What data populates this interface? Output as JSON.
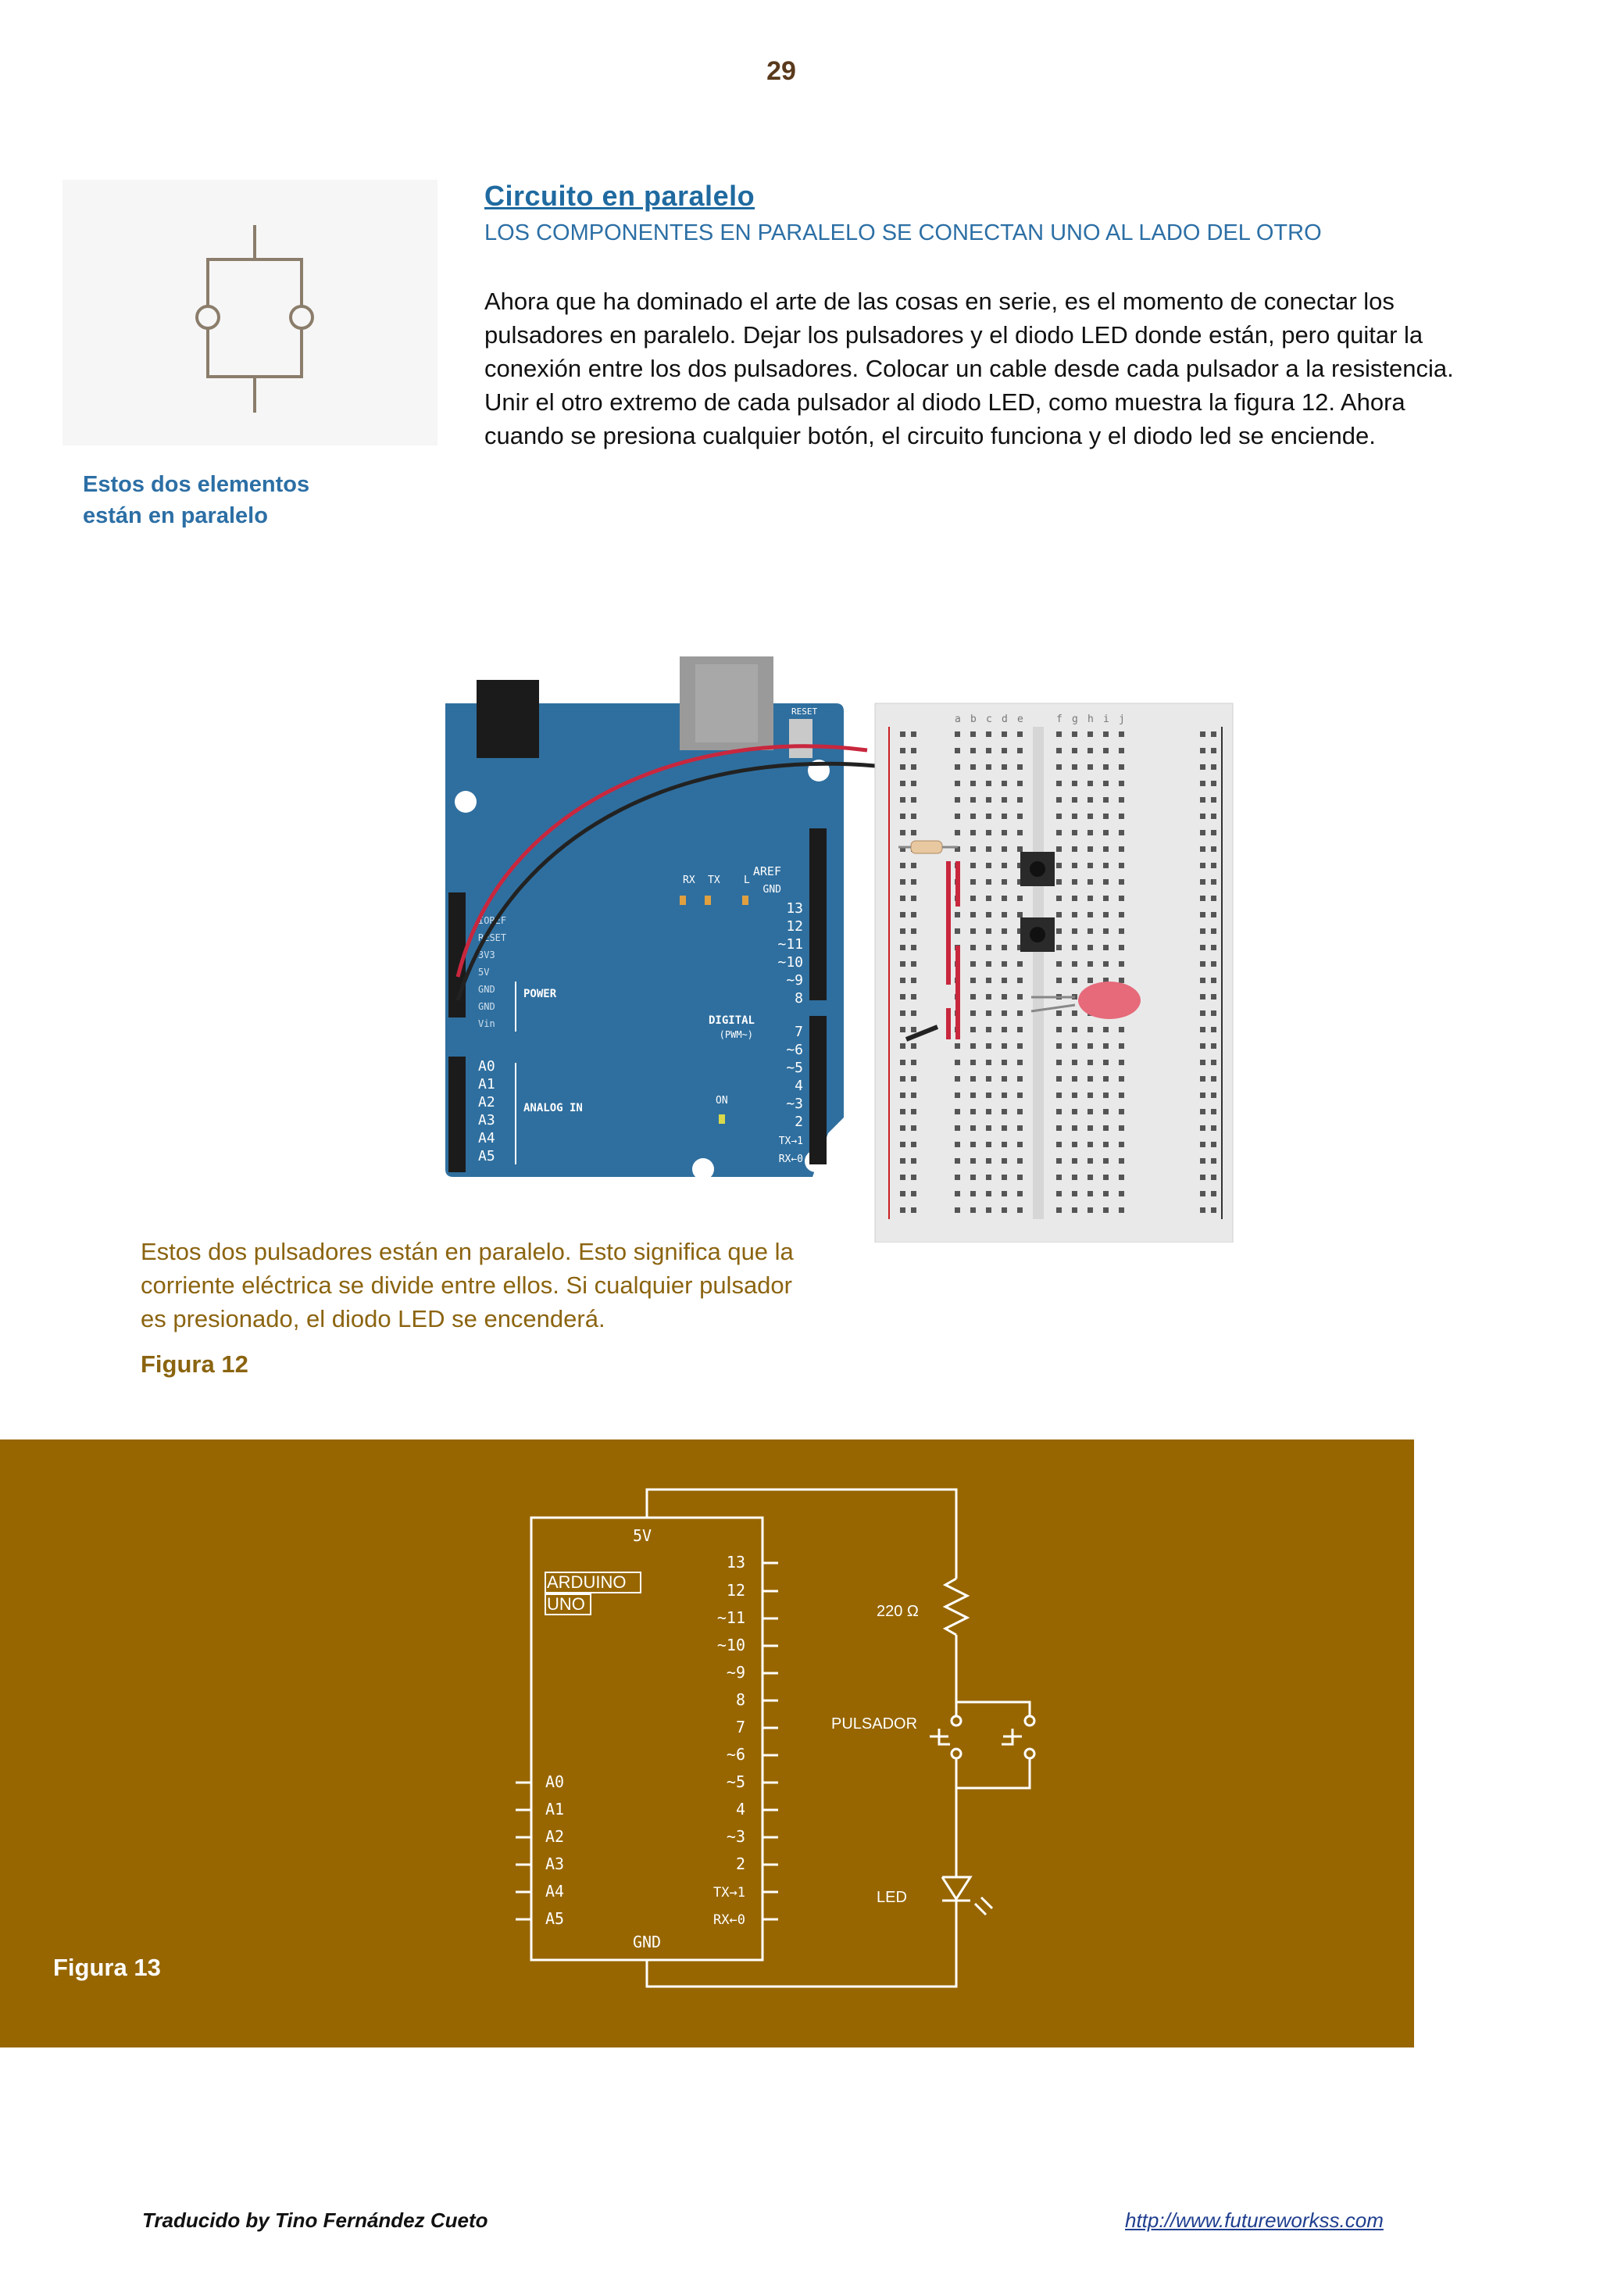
{
  "page_number": "29",
  "section": {
    "title": "Circuito en paralelo",
    "subtitle": "LOS COMPONENTES EN PARALELO SE CONECTAN UNO AL LADO DEL OTRO",
    "body_lines": [
      "Ahora que ha dominado el arte de las cosas en serie, es el momento de conectar los",
      "pulsadores en paralelo. Dejar los pulsadores y el diodo LED donde están, pero quitar la",
      "conexión entre los dos pulsadores. Colocar un cable desde cada pulsador a la resistencia.",
      "Unir el otro extremo de cada pulsador al diodo LED, como muestra la figura 12. Ahora",
      "cuando se presiona cualquier botón, el circuito funciona y el diodo led se enciende."
    ]
  },
  "side_caption": [
    "Estos dos elementos",
    "están en paralelo"
  ],
  "figure12": {
    "caption_lines": [
      "Estos dos pulsadores están en paralelo. Esto significa que la",
      "corriente eléctrica se divide entre ellos. Si cualquier pulsador",
      "es presionado, el diodo LED se encenderá."
    ],
    "label": "Figura 12",
    "board": {
      "reset": "RESET",
      "aref": "AREF",
      "gnd": "GND",
      "rx": "RX",
      "tx": "TX",
      "l": "L",
      "digital_pins": [
        "13",
        "12",
        "~11",
        "~10",
        "~9",
        "8",
        "7",
        "~6",
        "~5",
        "4",
        "~3",
        "2",
        "TX→1",
        "RX←0"
      ],
      "digital_label": "DIGITAL",
      "pwm_label": "(PWM~)",
      "on_label": "ON",
      "power_pins": [
        "IOREF",
        "RESET",
        "3V3",
        "5V",
        "GND",
        "GND",
        "Vin"
      ],
      "power_label": "POWER",
      "analog_pins": [
        "A0",
        "A1",
        "A2",
        "A3",
        "A4",
        "A5"
      ],
      "analog_label": "ANALOG IN"
    },
    "breadboard": {
      "columns_left": [
        "a",
        "b",
        "c",
        "d",
        "e"
      ],
      "columns_right": [
        "f",
        "g",
        "h",
        "i",
        "j"
      ],
      "rows": 30
    }
  },
  "figure13": {
    "label": "Figura 13",
    "board_name_lines": [
      "ARDUINO",
      "UNO"
    ],
    "v5": "5V",
    "gnd": "GND",
    "digital_pins": [
      "13",
      "12",
      "~11",
      "~10",
      "~9",
      "8",
      "7",
      "~6",
      "~5",
      "4",
      "~3",
      "2",
      "TX→1",
      "RX←0"
    ],
    "analog_pins": [
      "A0",
      "A1",
      "A2",
      "A3",
      "A4",
      "A5"
    ],
    "resistor_label": "220 Ω",
    "button_label": "PULSADOR",
    "led_label": "LED"
  },
  "footer": {
    "credit": "Traducido by Tino Fernández Cueto",
    "link": "http://www.futureworkss.com"
  }
}
